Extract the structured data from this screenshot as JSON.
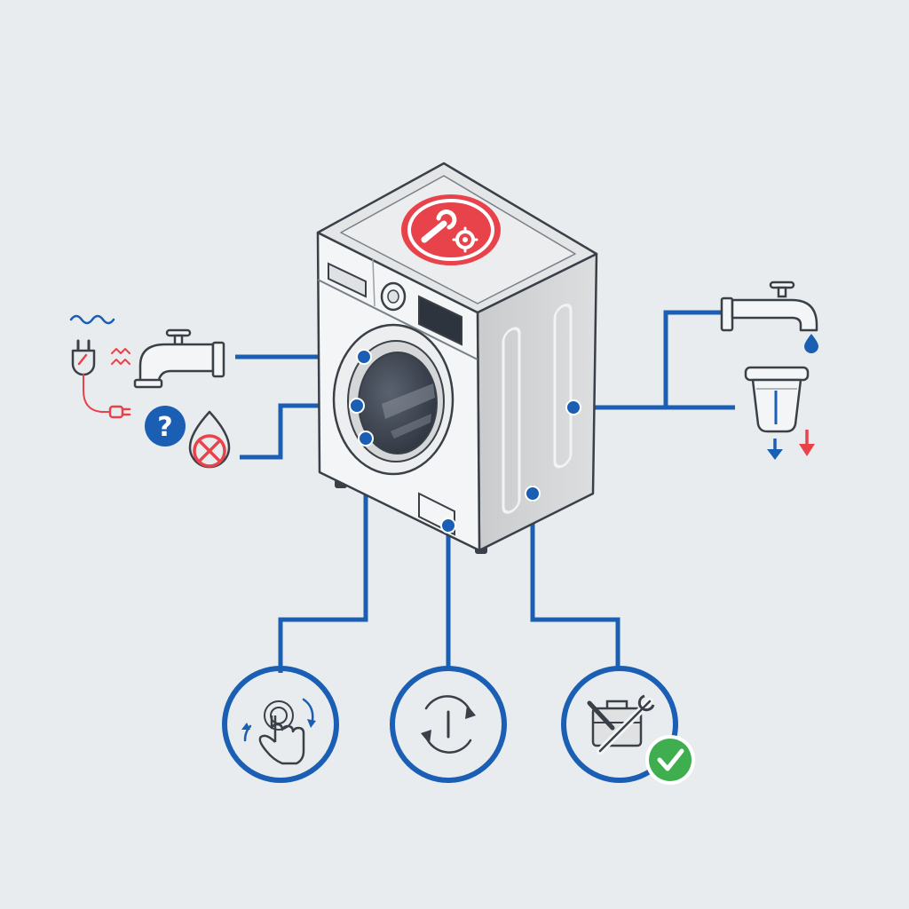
{
  "colors": {
    "background": "#e9ecee",
    "connector": "#1a5fb4",
    "outline": "#3a4048",
    "alert_red": "#e8434b",
    "success_green": "#3fae4f",
    "machine_front": "#f4f5f6",
    "machine_side": "#cfd1d3",
    "machine_top": "#e3e5e7",
    "door_glass": "#3e4552"
  },
  "machine": {
    "name": "front-load-washing-machine",
    "top_badge_icon": "wrench-gear-icon"
  },
  "left_issues": [
    {
      "id": "power",
      "icon": "power-plug-icon",
      "accent": "#e8434b"
    },
    {
      "id": "water-supply",
      "icon": "water-tap-icon",
      "accent": "#3a4048"
    },
    {
      "id": "unknown-problem",
      "icon": "question-mark-icon",
      "accent": "#1a5fb4"
    },
    {
      "id": "no-water",
      "icon": "no-water-drop-icon",
      "accent": "#e8434b"
    }
  ],
  "right_issues": [
    {
      "id": "drain-tap",
      "icon": "dripping-tap-icon"
    },
    {
      "id": "filter",
      "icon": "water-filter-icon"
    }
  ],
  "bottom_actions": [
    {
      "id": "touch-controls",
      "icon": "touch-rotate-icon"
    },
    {
      "id": "reset-cycle",
      "icon": "reset-timer-icon"
    },
    {
      "id": "repair-complete",
      "icon": "toolbox-check-icon",
      "badge": "check-icon"
    }
  ]
}
